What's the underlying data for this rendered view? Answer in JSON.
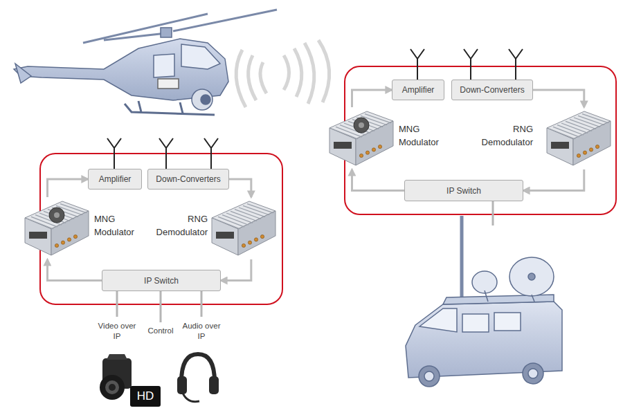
{
  "diagram": {
    "nodes": [
      {
        "text": [
          "Amplifier"
        ]
      },
      {
        "text": [
          "Down-Converters"
        ]
      },
      {
        "text": [
          "MNG Modulator"
        ]
      },
      {
        "text": [
          "RNG Demodulator"
        ]
      },
      {
        "text": [
          "IP Switch"
        ]
      },
      {
        "text": [
          "Amplifier"
        ]
      },
      {
        "text": [
          "Down-Converters"
        ]
      },
      {
        "text": [
          "MNG Modulator"
        ]
      },
      {
        "text": [
          "RNG Demodulator"
        ]
      },
      {
        "text": [
          "IP Switch"
        ]
      }
    ],
    "edges": [
      {
        "from": 1,
        "to": 3,
        "arrow": "to"
      },
      {
        "from": 3,
        "to": 4,
        "arrow": "to"
      },
      {
        "from": 4,
        "to": 2,
        "arrow": "to"
      },
      {
        "from": 2,
        "to": 0,
        "arrow": "to"
      },
      {
        "from": 6,
        "to": 8,
        "arrow": "to"
      },
      {
        "from": 8,
        "to": 9,
        "arrow": "to"
      },
      {
        "from": 9,
        "to": 7,
        "arrow": "to"
      },
      {
        "from": 7,
        "to": 5,
        "arrow": "to"
      }
    ],
    "labels": [
      "Video over IP",
      "Control",
      "Audio over IP",
      "HD"
    ]
  }
}
